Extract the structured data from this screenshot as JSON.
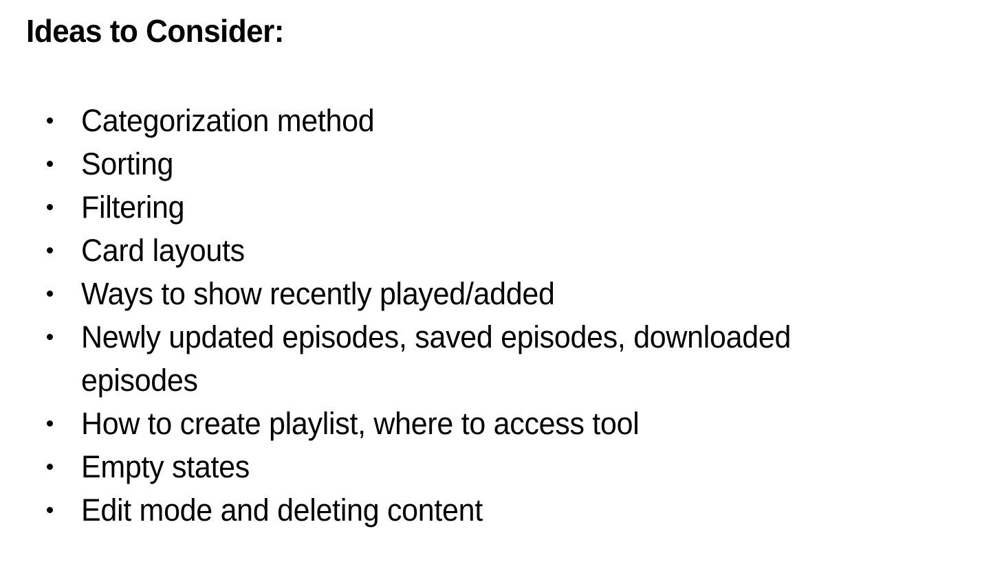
{
  "slide": {
    "background_color": "#ffffff",
    "text_color": "#000000",
    "title": "Ideas to Consider:",
    "bullet_glyph": "•",
    "bullets": [
      {
        "text": "Categorization method",
        "wraps": false
      },
      {
        "text": "Sorting",
        "wraps": false
      },
      {
        "text": "Filtering",
        "wraps": false
      },
      {
        "text": "Card layouts",
        "wraps": false
      },
      {
        "text": "Ways to show recently played/added",
        "wraps": false
      },
      {
        "text": "Newly updated episodes, saved episodes, downloaded episodes",
        "wraps": true
      },
      {
        "text": "How to create playlist, where to access tool",
        "wraps": false
      },
      {
        "text": "Empty states",
        "wraps": false
      },
      {
        "text": "Edit mode and deleting content",
        "wraps": false
      }
    ]
  }
}
